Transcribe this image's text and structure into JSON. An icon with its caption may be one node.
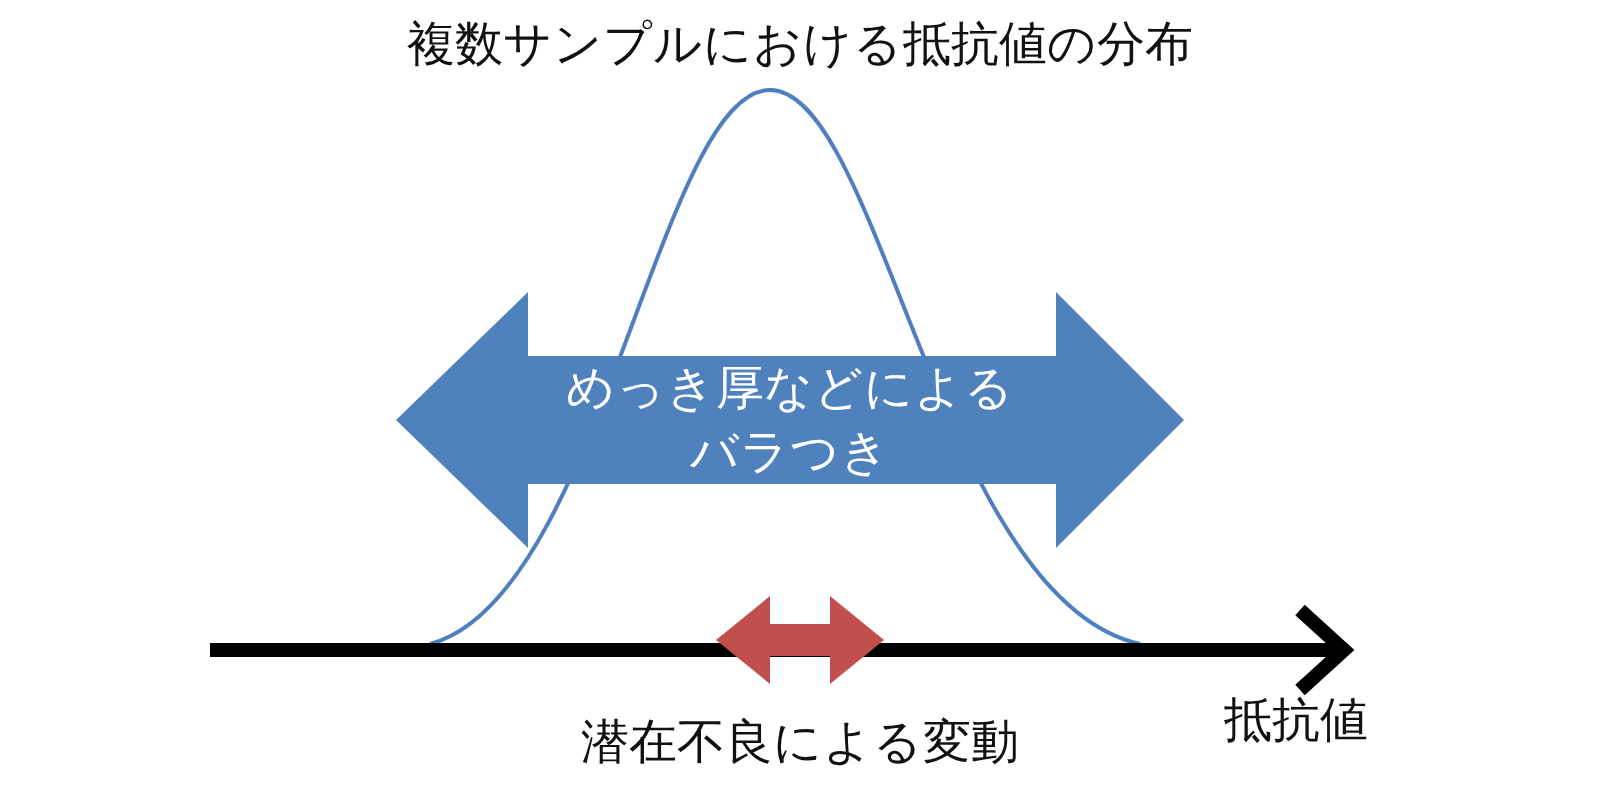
{
  "diagram": {
    "title": "複数サンプルにおける抵抗値の分布",
    "nodes": [
      {
        "text": [
          "めっき厚などによるバラつき"
        ]
      }
    ],
    "labels": [
      "潜在不良による変動",
      "抵抗値"
    ]
  }
}
